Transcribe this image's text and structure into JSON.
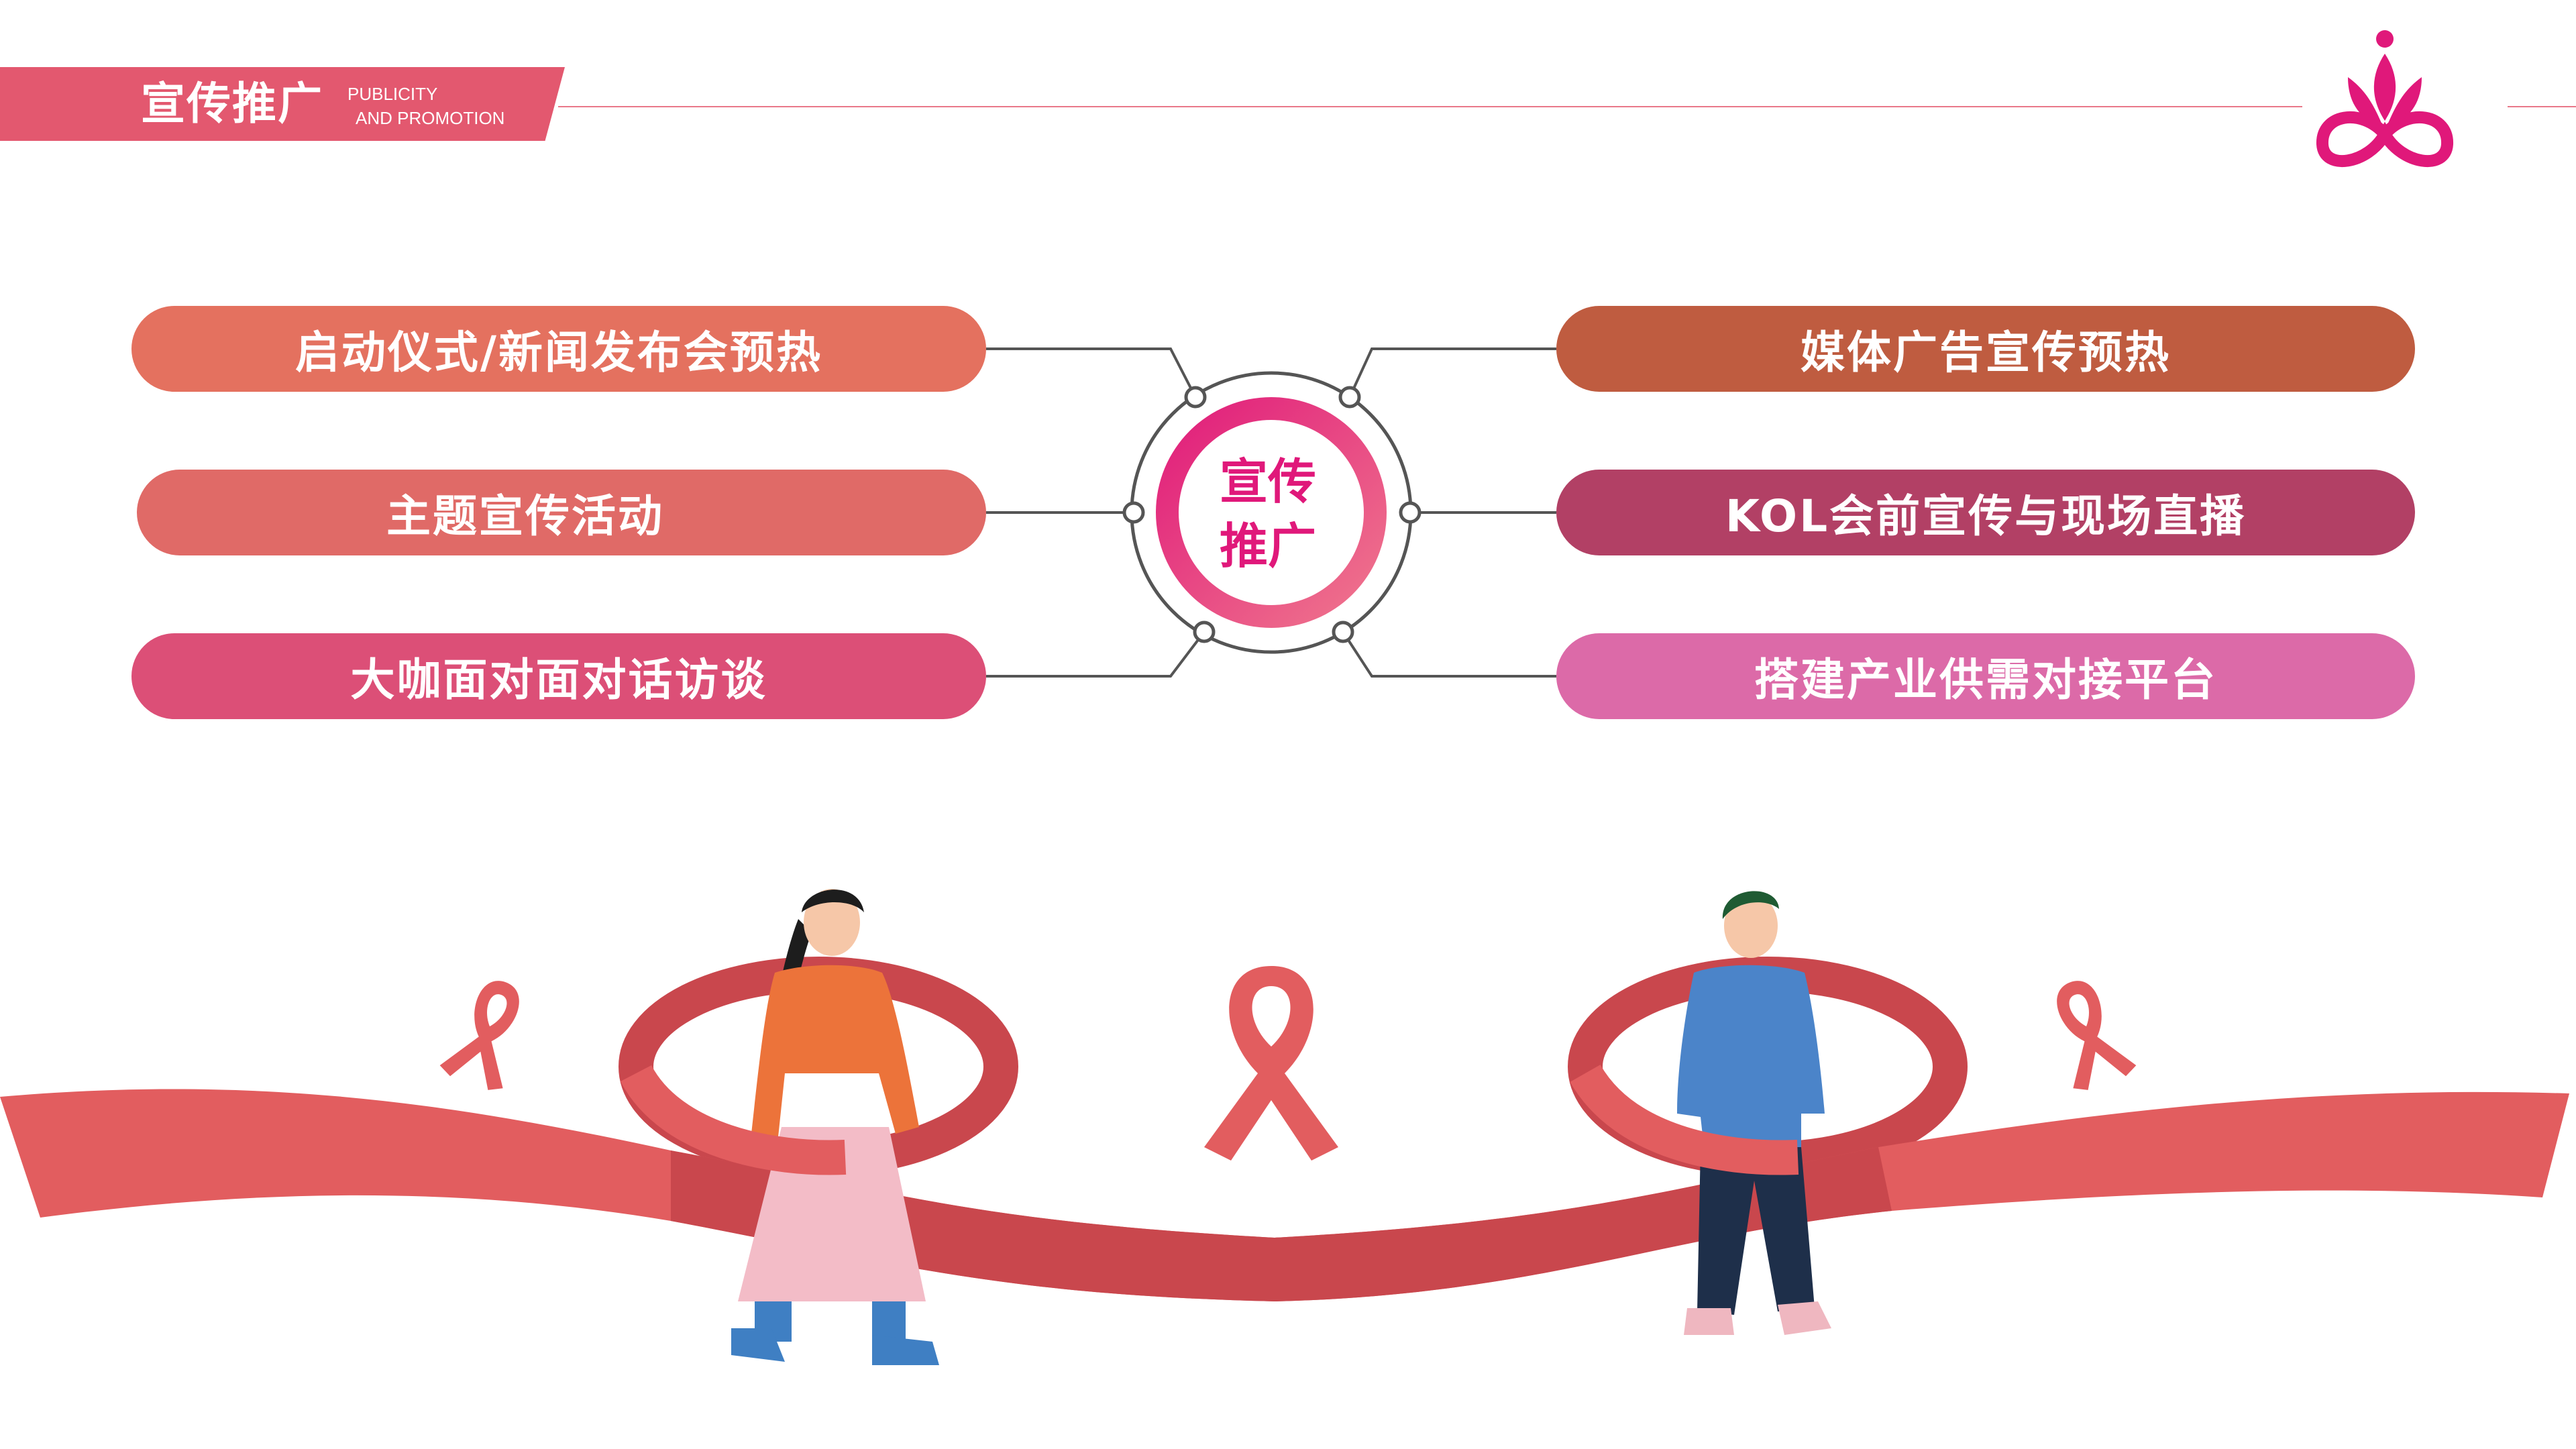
{
  "header": {
    "title": "宣传推广",
    "subtitle_line1": "PUBLICITY",
    "subtitle_line2": "AND PROMOTION"
  },
  "hub": {
    "line1": "宣传",
    "line2": "推广"
  },
  "left_items": [
    {
      "label": "启动仪式/新闻发布会预热",
      "color": "#e4715f"
    },
    {
      "label": "主题宣传活动",
      "color": "#e06a67"
    },
    {
      "label": "大咖面对面对话访谈",
      "color": "#dc4f77"
    }
  ],
  "right_items": [
    {
      "label": "媒体广告宣传预热",
      "color": "#bf5c40"
    },
    {
      "label": "KOL会前宣传与现场直播",
      "color": "#b24065"
    },
    {
      "label": "搭建产业供需对接平台",
      "color": "#dc6aa8"
    }
  ],
  "colors": {
    "accent": "#e3586f",
    "ribbon": "#e25d5f",
    "ribbon_dark": "#c9474d",
    "hub_text": "#e0187a"
  }
}
